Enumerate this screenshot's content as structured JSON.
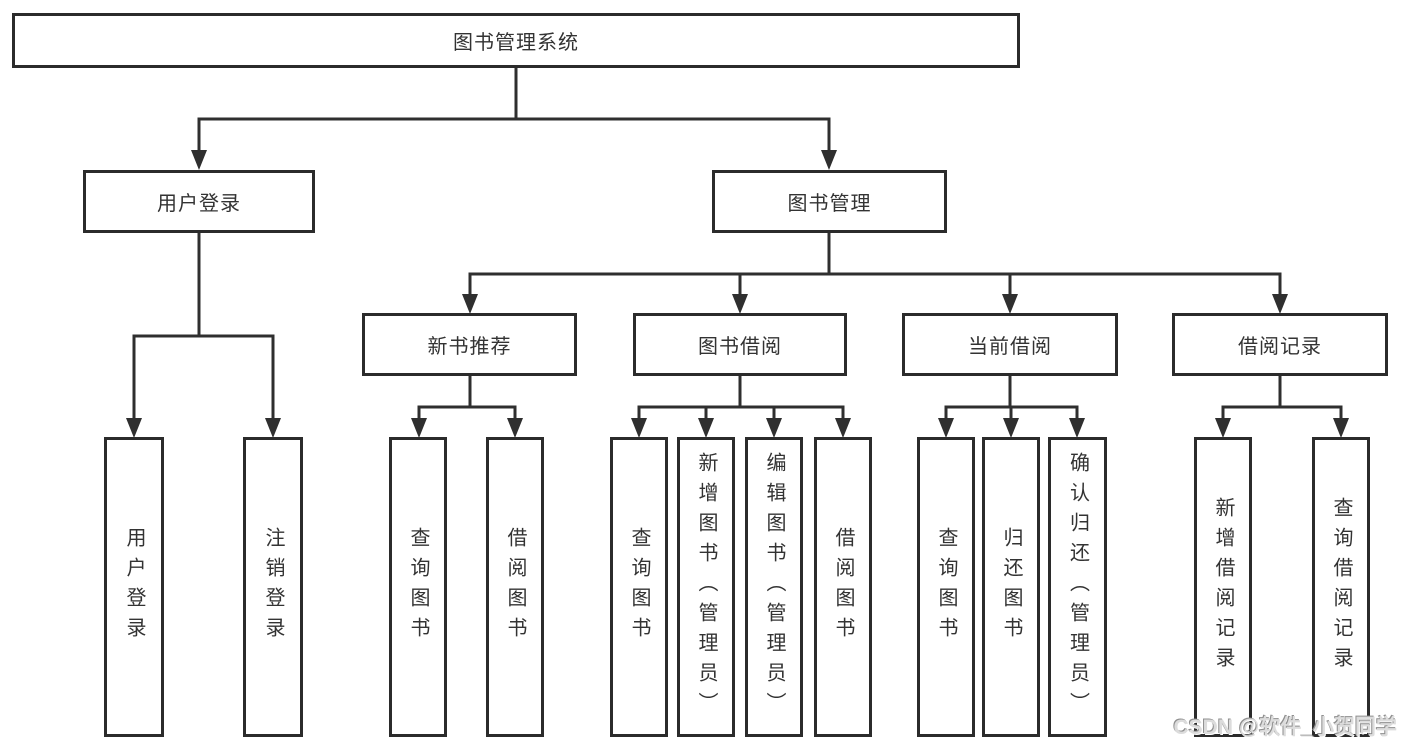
{
  "colors": {
    "box_border": "#2b2b2b",
    "connector_line": "#2f2f2f",
    "text": "#333333",
    "watermark": "#dcdcdc",
    "background": "#ffffff"
  },
  "watermark": {
    "text": "CSDN @软件_小贺同学"
  },
  "tree": {
    "root": {
      "label": "图书管理系统",
      "children": [
        {
          "label": "用户登录",
          "children": [
            {
              "label": "用户登录"
            },
            {
              "label": "注销登录"
            }
          ]
        },
        {
          "label": "图书管理",
          "children": [
            {
              "label": "新书推荐",
              "children": [
                {
                  "label": "查询图书"
                },
                {
                  "label": "借阅图书"
                }
              ]
            },
            {
              "label": "图书借阅",
              "children": [
                {
                  "label": "查询图书"
                },
                {
                  "label": "新增图书（管理员）"
                },
                {
                  "label": "编辑图书（管理员）"
                },
                {
                  "label": "借阅图书"
                }
              ]
            },
            {
              "label": "当前借阅",
              "children": [
                {
                  "label": "查询图书"
                },
                {
                  "label": "归还图书"
                },
                {
                  "label": "确认归还（管理员）"
                }
              ]
            },
            {
              "label": "借阅记录",
              "children": [
                {
                  "label": "新增借阅记录"
                },
                {
                  "label": "查询借阅记录"
                }
              ]
            }
          ]
        }
      ]
    }
  }
}
